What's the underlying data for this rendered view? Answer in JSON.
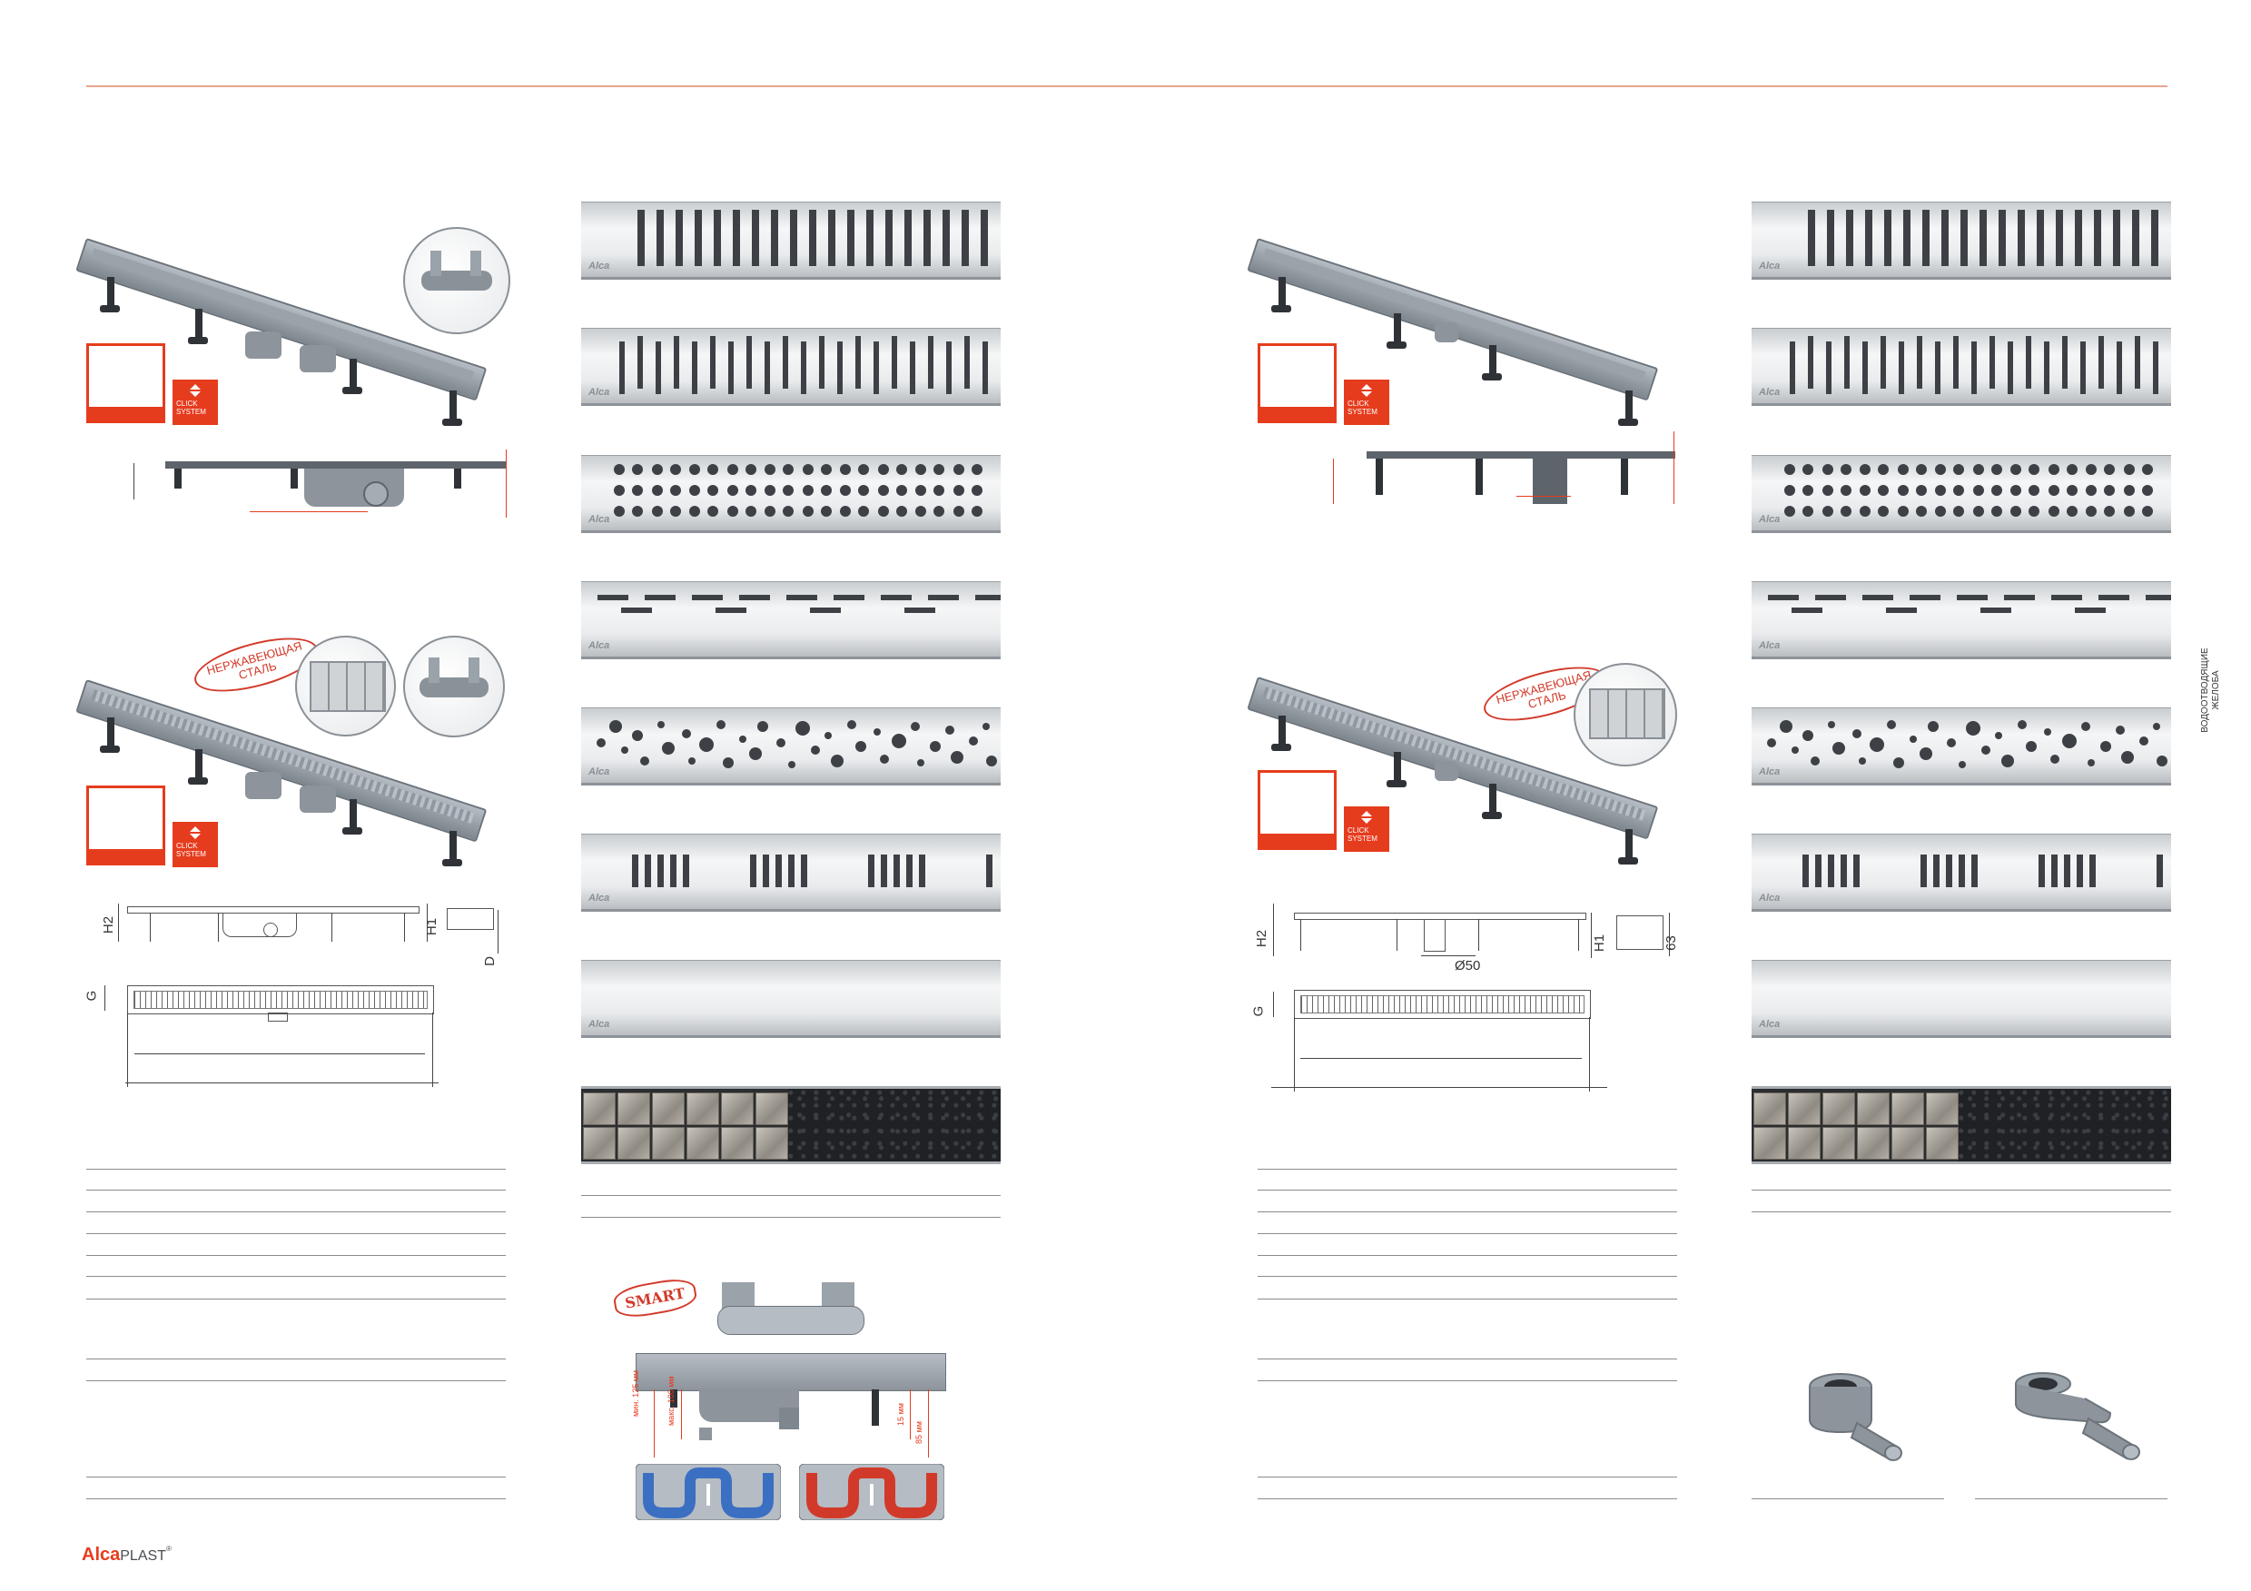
{
  "badges": {
    "click_line1": "CLICK",
    "click_line2": "SYSTEM"
  },
  "stamps": {
    "stainless_line1": "НЕРЖАВЕЮЩАЯ",
    "stainless_line2": "СТАЛЬ",
    "smart": "SMART"
  },
  "dimensions": {
    "h1": "H1",
    "h2": "H2",
    "g": "G",
    "d": "D",
    "d50": "Ø50",
    "v63": "63",
    "min125": "мин. 125 мм",
    "max100": "макс. 100 мм",
    "mm15": "15 мм",
    "mm85": "85 мм"
  },
  "grate_logo": "Alca",
  "side_label": {
    "line1": "ВОДООТВОДЯЩИЕ",
    "line2": "ЖЕЛОБА"
  },
  "brand": {
    "alca": "Alca",
    "plast": "PLAST",
    "reg": "®"
  },
  "colors": {
    "accent": "#e63c1e",
    "top_rule": "#e4a58d",
    "rule": "#8b8b8b"
  },
  "icons": [
    "click-system-icon",
    "arrow-up-down-icon",
    "siphon-icon"
  ]
}
